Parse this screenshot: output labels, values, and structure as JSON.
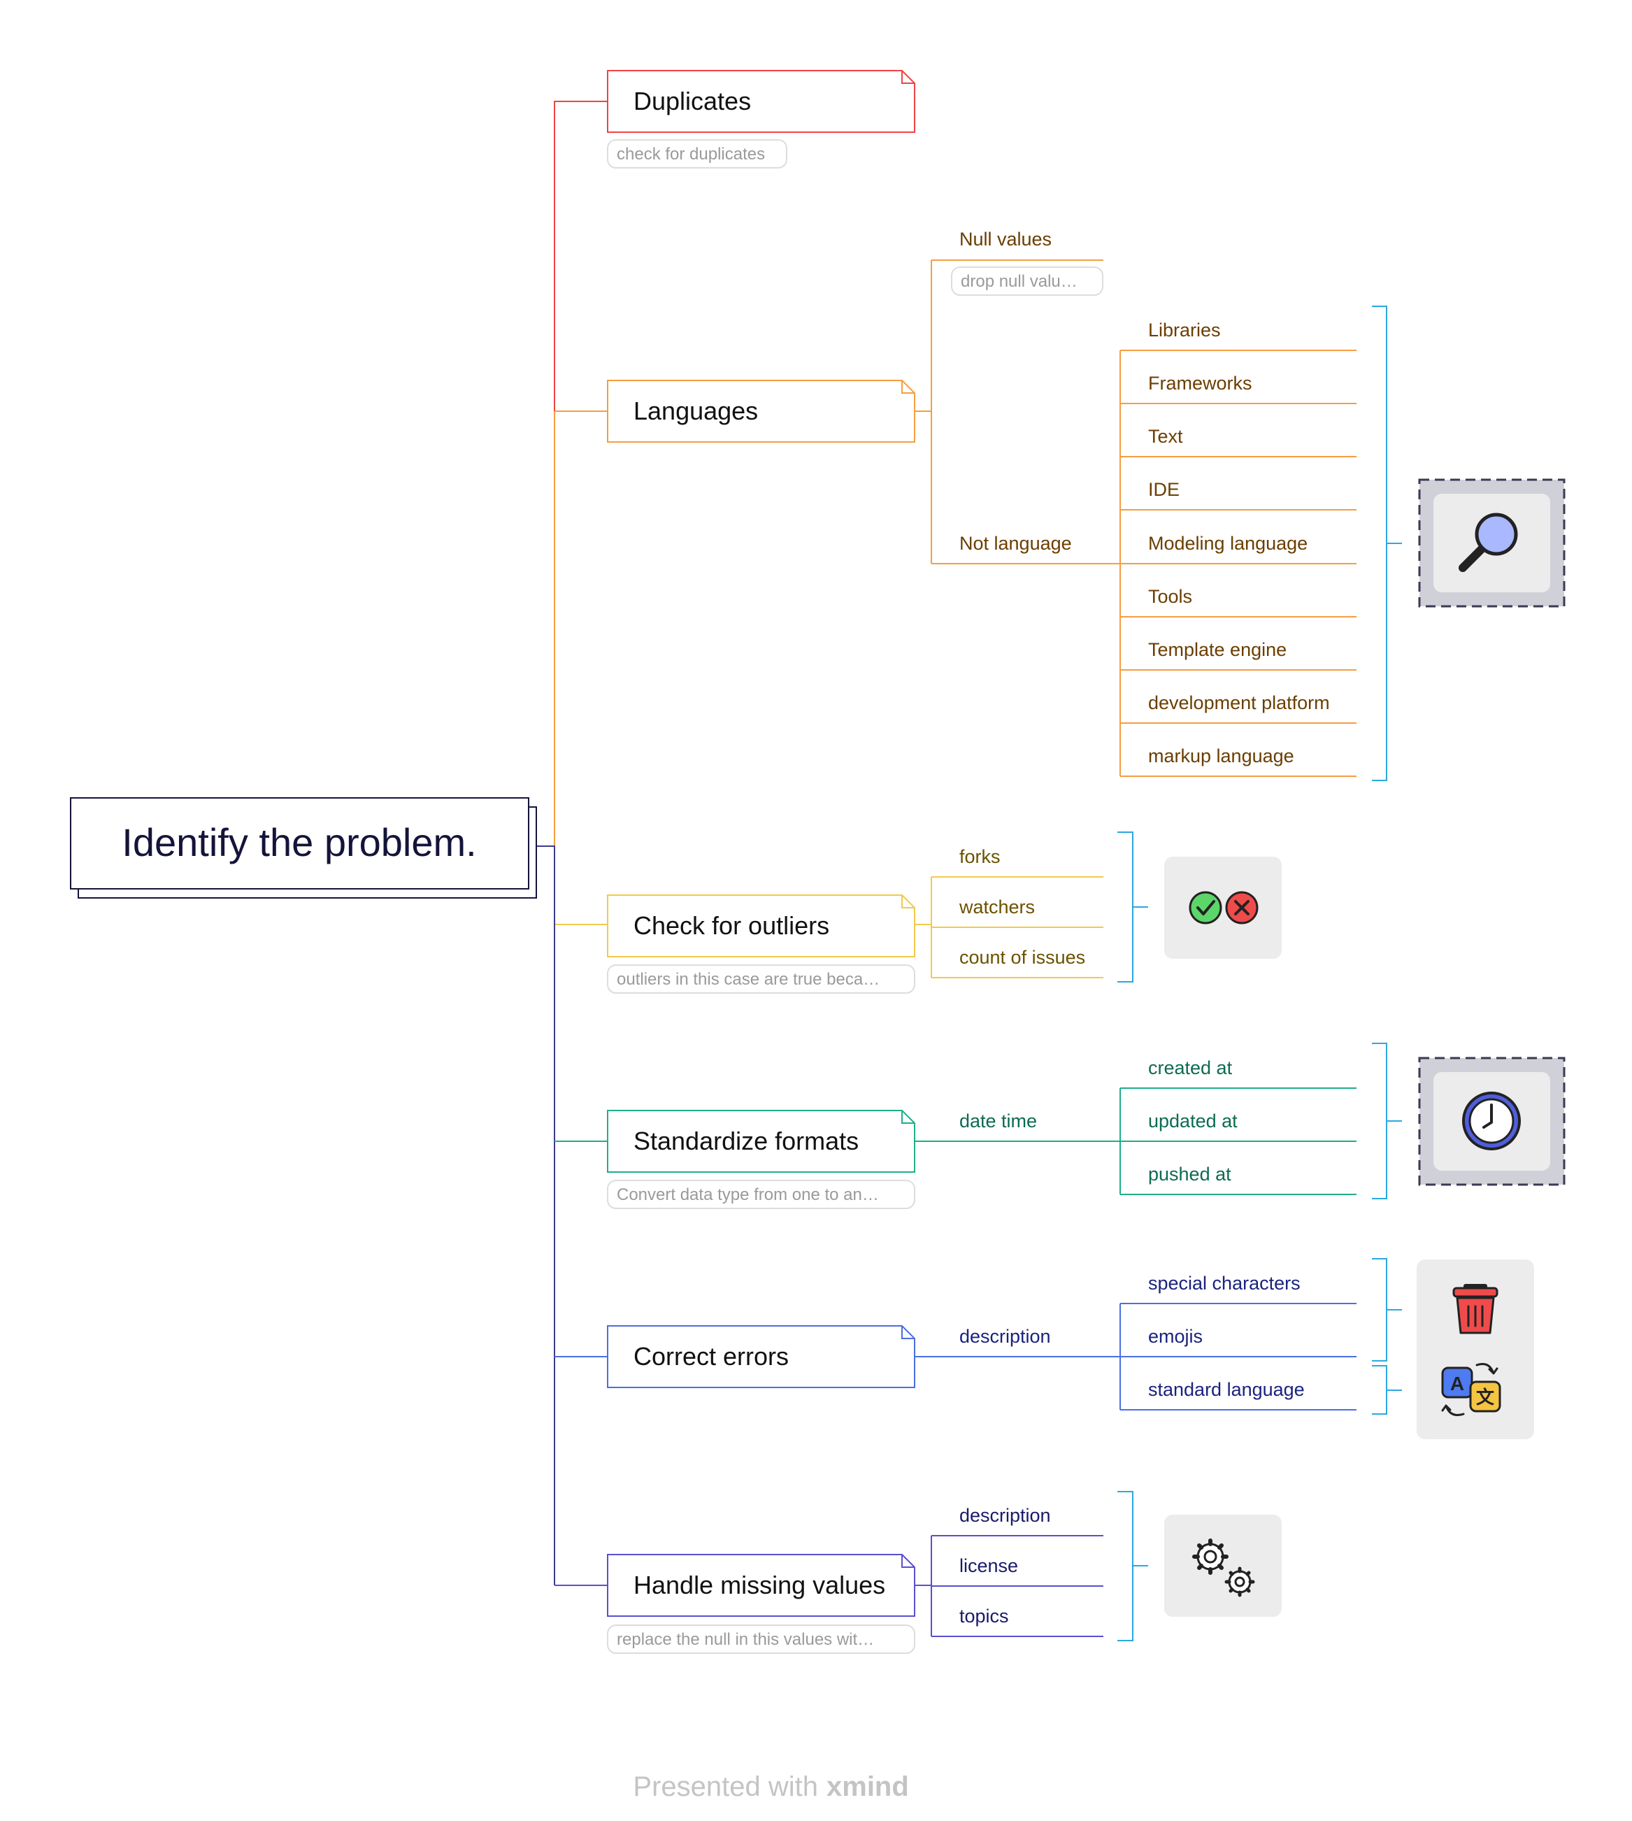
{
  "central": {
    "label": "Identify the problem."
  },
  "colors": {
    "duplicates": "#ef4444",
    "languages": "#f59e42",
    "outliers": "#f2c94c",
    "formats": "#1fae8a",
    "errors": "#4a6fe0",
    "missing": "#5a4fcf",
    "bracket": "#2aa8e0",
    "trunk_dark": "#3c3c8c"
  },
  "topics": [
    {
      "id": "duplicates",
      "label": "Duplicates",
      "note": "check for duplicates"
    },
    {
      "id": "languages",
      "label": "Languages",
      "note": ""
    },
    {
      "id": "outliers",
      "label": "Check for outliers",
      "note": "outliers in this case are true beca…"
    },
    {
      "id": "formats",
      "label": "Standardize formats",
      "note": "Convert data type from one to an…"
    },
    {
      "id": "errors",
      "label": "Correct errors",
      "note": ""
    },
    {
      "id": "missing",
      "label": "Handle missing values",
      "note": "replace the null in this values wit…"
    }
  ],
  "languages": {
    "null_values": {
      "label": "Null values",
      "note": "drop null valu…"
    },
    "not_language": {
      "label": "Not language",
      "children": [
        "Libraries",
        "Frameworks",
        "Text",
        "IDE",
        "Modeling language",
        "Tools",
        "Template engine",
        "development platform",
        "markup language"
      ],
      "icon": "magnifier-icon"
    }
  },
  "outliers": {
    "children": [
      "forks",
      "watchers",
      "count of issues"
    ],
    "icon": "check-cross-icon"
  },
  "formats": {
    "date_time": {
      "label": "date time",
      "children": [
        "created at",
        "updated at",
        "pushed at"
      ]
    },
    "icon": "clock-icon"
  },
  "errors": {
    "description": {
      "label": "description",
      "children": [
        "special characters",
        "emojis",
        "standard language"
      ]
    },
    "icons": [
      "trash-icon",
      "translate-icon"
    ],
    "translate_glyphs": [
      "A",
      "文"
    ]
  },
  "missing": {
    "children": [
      "description",
      "license",
      "topics"
    ],
    "icon": "gears-icon"
  },
  "footer": {
    "prefix": "Presented with",
    "brand": "xmind"
  }
}
